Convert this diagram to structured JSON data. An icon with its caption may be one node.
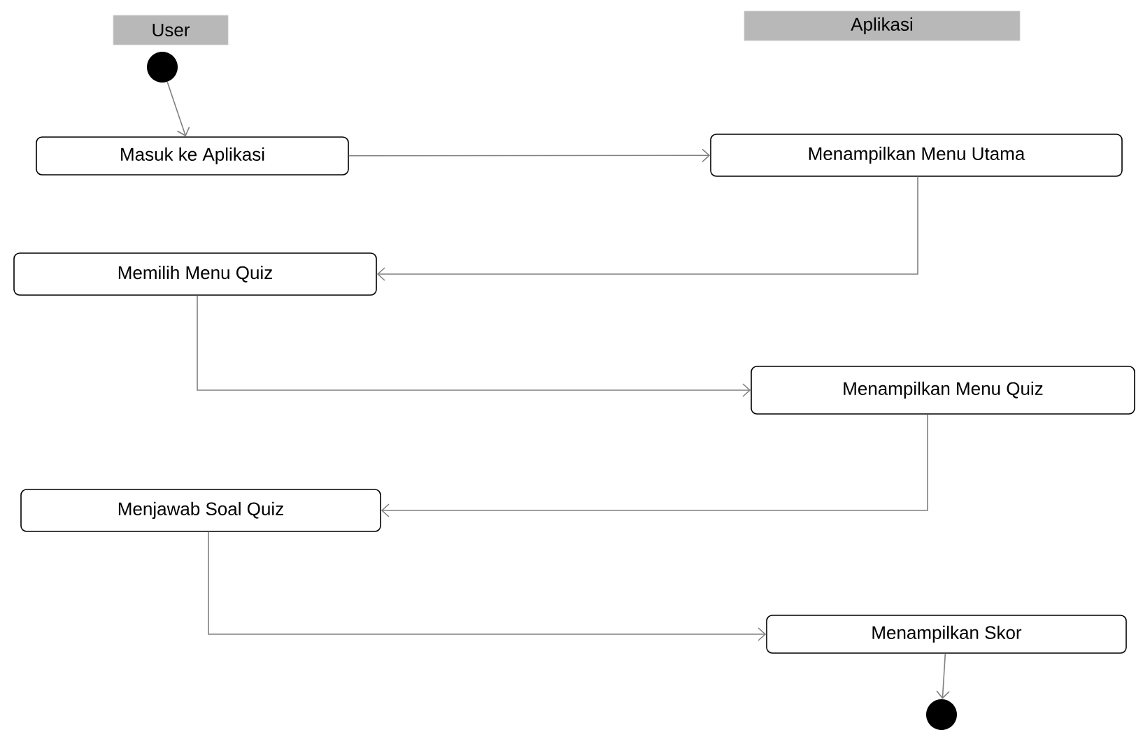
{
  "diagram": {
    "nodes": [
      {
        "text": [
          "User"
        ]
      },
      {
        "text": [
          "Aplikasi"
        ]
      },
      {
        "text": [],
        "shape": "circle"
      },
      {
        "text": [
          "Masuk ke Aplikasi"
        ]
      },
      {
        "text": [
          "Menampilkan Menu Utama"
        ]
      },
      {
        "text": [
          "Memilih Menu Quiz"
        ]
      },
      {
        "text": [
          "Menampilkan Menu Quiz"
        ]
      },
      {
        "text": [
          "Menjawab Soal Quiz"
        ]
      },
      {
        "text": [
          "Menampilkan Skor"
        ]
      },
      {
        "text": [],
        "shape": "circle"
      }
    ],
    "edges": [
      {
        "from": 2,
        "to": 3,
        "arrow": "to"
      },
      {
        "from": 3,
        "to": 4,
        "arrow": "to"
      },
      {
        "from": 4,
        "to": 5,
        "arrow": "to"
      },
      {
        "from": 5,
        "to": 6,
        "arrow": "to"
      },
      {
        "from": 6,
        "to": 7,
        "arrow": "to"
      },
      {
        "from": 7,
        "to": 8,
        "arrow": "to"
      },
      {
        "from": 8,
        "to": 9,
        "arrow": "to"
      }
    ]
  }
}
